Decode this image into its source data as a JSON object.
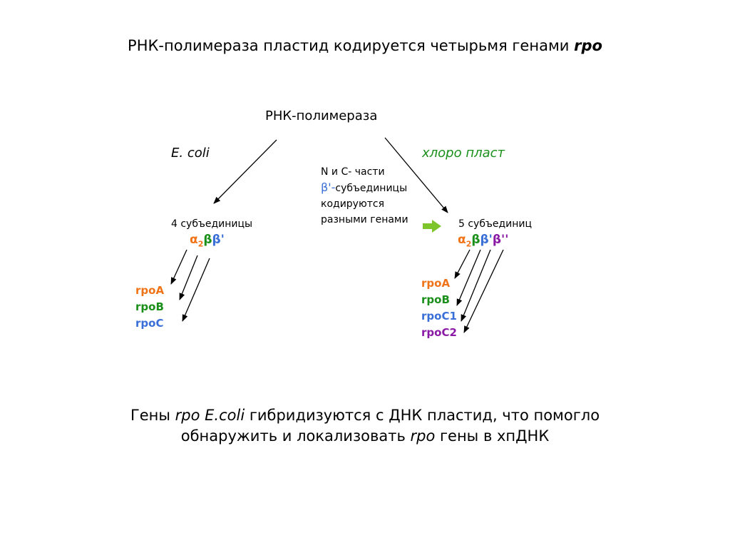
{
  "title": {
    "text": "РНК-полимераза  пластид кодируется четырьмя генами ",
    "italic": "rpo"
  },
  "center_label": "РНК-полимераза",
  "left_branch": {
    "organism": "E. coli",
    "subunits_label": "4 субъединицы",
    "formula": {
      "alpha": "α",
      "alpha_sub": "2",
      "beta": "β",
      "beta_prime": "β'"
    },
    "genes": [
      "rpoA",
      "rpoB",
      "rpoC"
    ]
  },
  "right_branch": {
    "organism": "хлоро пласт",
    "subunits_label": "5 субъединиц",
    "formula": {
      "alpha": "α",
      "alpha_sub": "2",
      "beta": "β",
      "beta_prime": "β'",
      "beta_dprime": "β''"
    },
    "genes": [
      "rpoA",
      "rpoB",
      "rpoC1",
      "rpoC2"
    ]
  },
  "note": {
    "line1": "N и C- части",
    "beta_symbol": "β'-",
    "line2_rest": "субъединицы",
    "line3": "кодируются",
    "line4": "разными генами"
  },
  "footer": {
    "l1_a": "Гены ",
    "l1_i": "rpo E.coli",
    "l1_b": " гибридизуются с ДНК пластид, что помогло",
    "l2_a": "обнаружить и локализовать ",
    "l2_i": "rpo",
    "l2_b": " гены в хпДНК"
  },
  "colors": {
    "orange": "#f07318",
    "green": "#1a8f1a",
    "blue": "#3a6fd8",
    "purple": "#8a1aa6",
    "arrow_green": "#7ec42b"
  }
}
